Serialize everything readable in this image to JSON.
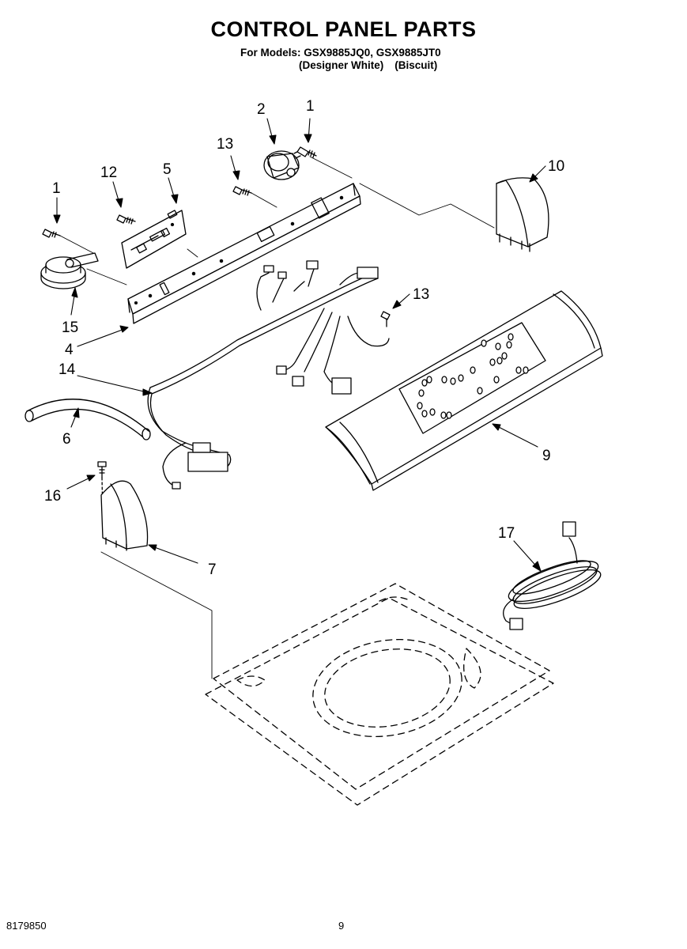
{
  "header": {
    "title": "CONTROL PANEL PARTS",
    "models_line": "For Models: GSX9885JQ0, GSX9885JT0",
    "color_1": "(Designer White)",
    "color_2": "(Biscuit)"
  },
  "callouts": {
    "c1_top": "1",
    "c2": "2",
    "c13_top": "13",
    "c12": "12",
    "c5": "5",
    "c1_left": "1",
    "c10": "10",
    "c15": "15",
    "c4": "4",
    "c13_right": "13",
    "c14": "14",
    "c6": "6",
    "c9": "9",
    "c16": "16",
    "c7": "7",
    "c17": "17"
  },
  "footer": {
    "doc_number": "8179850",
    "page_number": "9"
  }
}
